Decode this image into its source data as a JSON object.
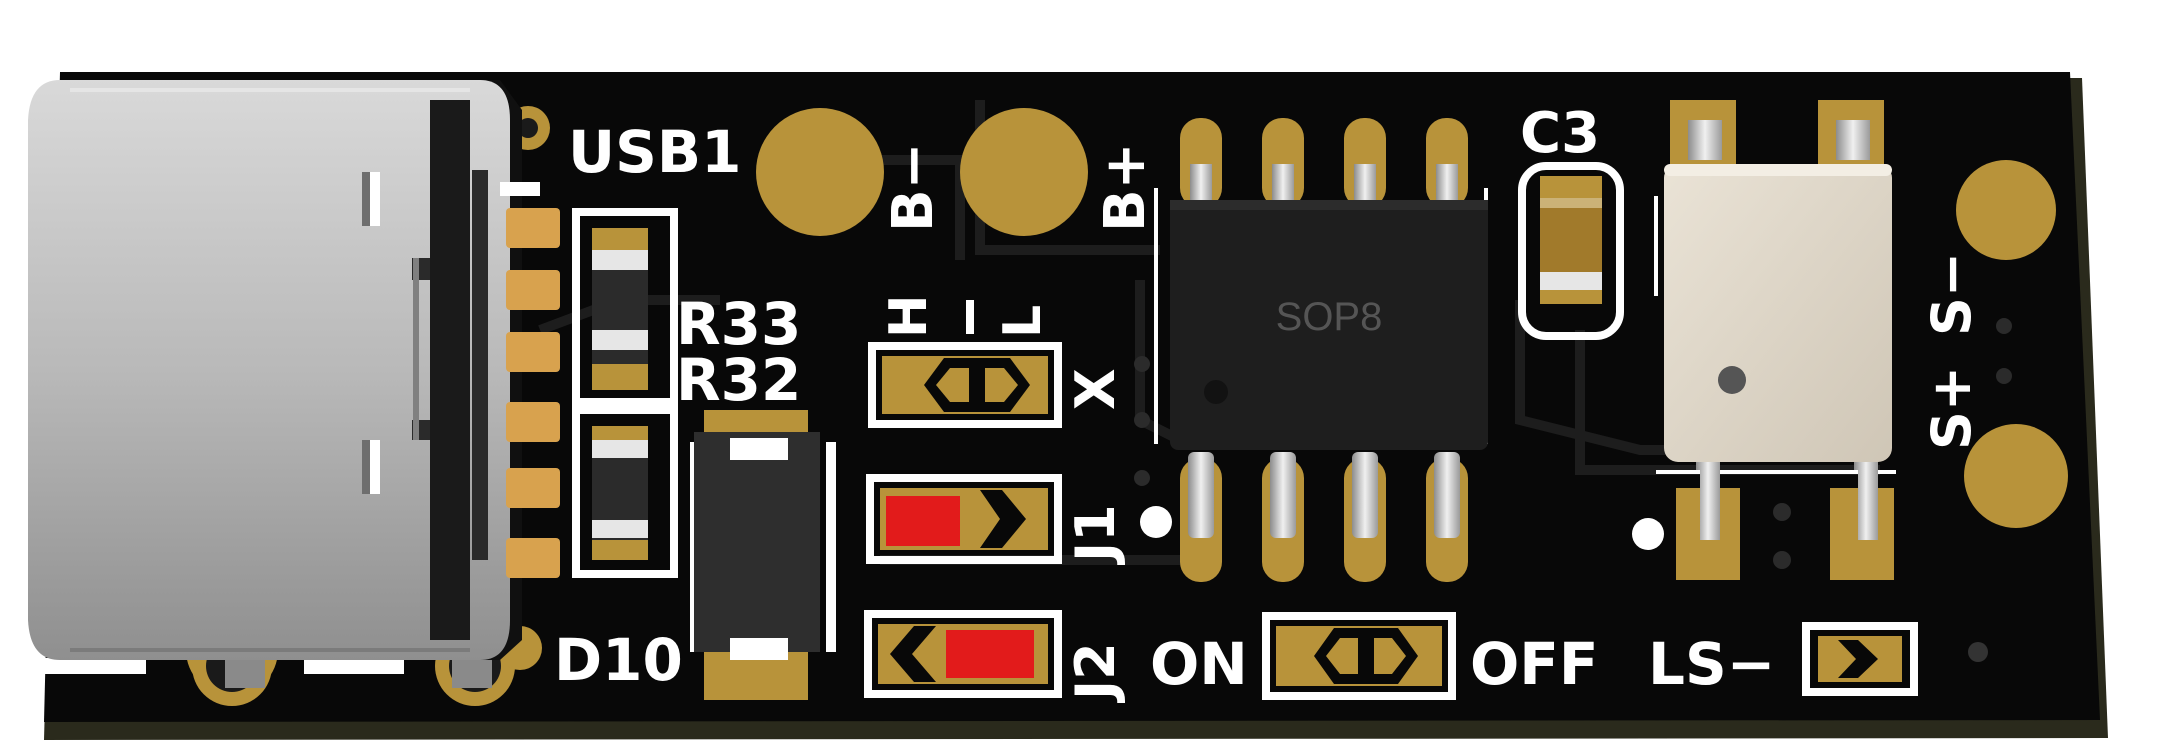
{
  "board": {
    "colors": {
      "mask": "#080808",
      "edge": "#2a2a1c",
      "gold": "#b8933a",
      "silk": "#ffffff",
      "red": "#e21b1b"
    }
  },
  "labels": {
    "usb": "USB1",
    "b_minus": "B−",
    "b_plus": "B+",
    "r33": "R33",
    "r32": "R32",
    "h": "H",
    "l": "L",
    "x": "X",
    "j1": "J1",
    "j2": "J2",
    "on": "ON",
    "off": "OFF",
    "ls_minus": "LS−",
    "d10": "D10",
    "c3": "C3",
    "s_minus": "S−",
    "s_plus": "S+",
    "chip": "SOP8"
  }
}
